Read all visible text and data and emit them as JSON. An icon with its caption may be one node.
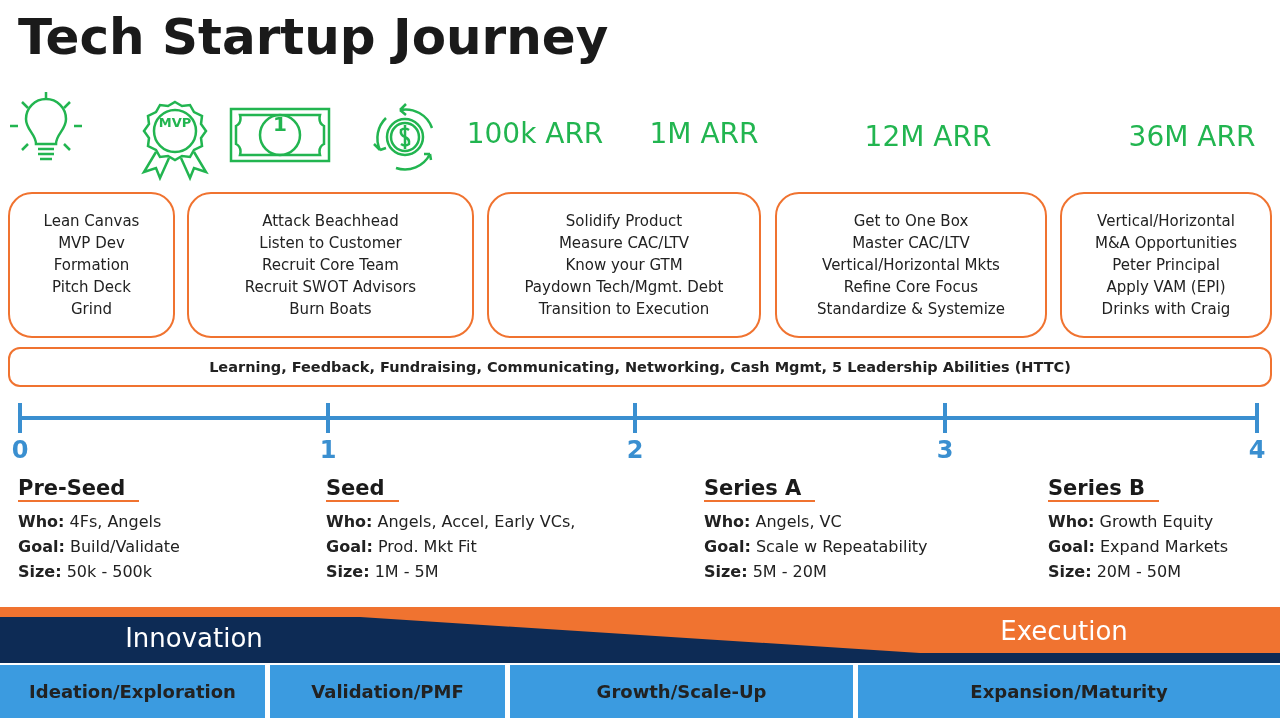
{
  "diagram": {
    "title": "Tech Startup Journey",
    "nodes": [
      {
        "text": [
          "Lean Canvas",
          "MVP Dev",
          "Formation",
          "Pitch Deck",
          "Grind"
        ]
      },
      {
        "text": [
          "Attack Beachhead",
          "Listen to Customer",
          "Recruit Core Team",
          "Recruit SWOT Advisors",
          "Burn Boats"
        ]
      },
      {
        "text": [
          "Solidify Product",
          "Measure CAC/LTV",
          "Know your GTM",
          "Paydown Tech/Mgmt. Debt",
          "Transition to Execution"
        ]
      },
      {
        "text": [
          "Get to One Box",
          "Master CAC/LTV",
          "Vertical/Horizontal Mkts",
          "Refine Core Focus",
          "Standardize & Systemize"
        ]
      },
      {
        "text": [
          "Vertical/Horizontal",
          "M&A Opportunities",
          "Peter Principal",
          "Apply VAM (EPI)",
          "Drinks with Craig"
        ]
      },
      {
        "text": [
          "Learning, Feedback, Fundraising, Communicating, Networking, Cash Mgmt, 5 Leadership Abilities (HTTC)"
        ]
      },
      {
        "text": [
          "Ideation/Exploration"
        ]
      },
      {
        "text": [
          "Validation/PMF"
        ]
      },
      {
        "text": [
          "Growth/Scale-Up"
        ]
      },
      {
        "text": [
          "Expansion/Maturity"
        ]
      }
    ],
    "labels": [
      "MVP",
      "1",
      "100k ARR",
      "1M ARR",
      "12M ARR",
      "36M ARR",
      "0",
      "1",
      "2",
      "3",
      "4",
      "Pre-Seed",
      "Seed",
      "Series A",
      "Series B",
      "**Who:** 4Fs, Angels",
      "**Who:** Angels, Accel, Early VCs,",
      "**Who:** Angels, VC",
      "**Who:** Growth Equity",
      "**Goal:** Build/Validate",
      "**Goal:** Prod. Mkt Fit",
      "**Goal:** Scale w Repeatability",
      "**Goal:** Expand Markets",
      "**Size:** 50k - 500k",
      "**Size:** 1M - 5M",
      "**Size:** 5M - 20M",
      "**Size:** 20M - 50M",
      "Innovation",
      "Execution"
    ]
  }
}
